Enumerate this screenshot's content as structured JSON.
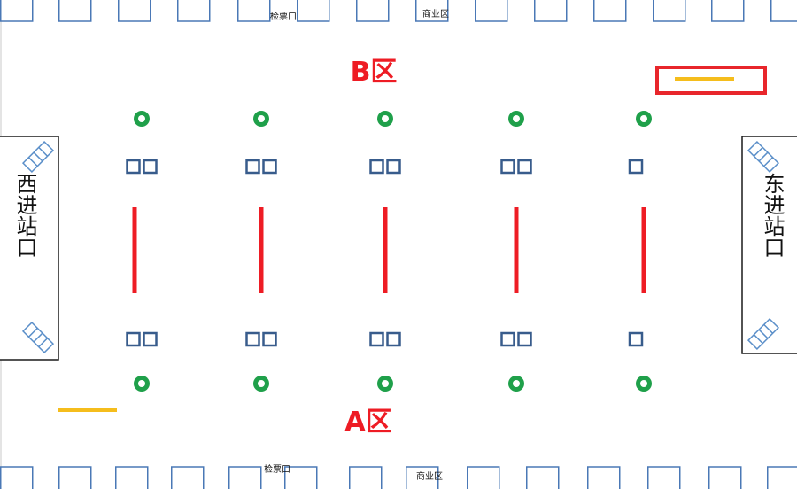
{
  "zones": {
    "north_label": "B区",
    "south_label": "A区"
  },
  "entrances": {
    "west_label": "西进站口",
    "east_label": "东进站口"
  },
  "top_row": {
    "ticket_label": "检票口",
    "shop_label": "商业区"
  },
  "bottom_row": {
    "ticket_label": "检票口",
    "shop_label": "商业区"
  },
  "legend_icons": {
    "top_right": "yellow-line-icon-in-red-box",
    "bottom_left": "yellow-line-icon"
  },
  "columns": [
    {
      "machines": 2
    },
    {
      "machines": 2
    },
    {
      "machines": 2
    },
    {
      "machines": 2
    },
    {
      "machines": 1
    }
  ],
  "colors": {
    "gate_outline": "#4a78b6",
    "machine": "#385c8c",
    "marker": "#1fa04a",
    "divider": "#ee1c24",
    "zone_text": "#ee1c24",
    "highlight_box": "#e8262b",
    "yellow_line": "#f5bd1c",
    "stair_blue": "#5b8fc9",
    "frame": "#1a1a1a"
  }
}
